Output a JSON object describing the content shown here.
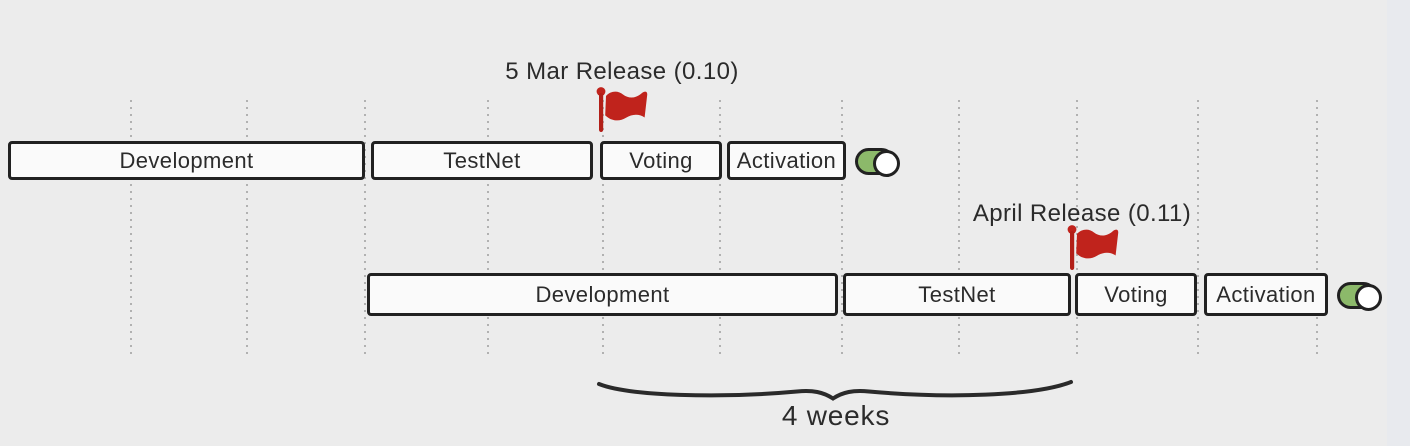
{
  "diagram": {
    "title_semantic": "release-cycle-timeline",
    "grid": {
      "unit": "week",
      "gridline_count": 11
    },
    "rows": [
      {
        "id": "release-0-10",
        "release_label": "5 Mar Release (0.10)",
        "flag_icon": "red-flag",
        "toggle_state": "on",
        "phases": [
          {
            "label": "Development",
            "weeks": 3
          },
          {
            "label": "TestNet",
            "weeks": 2
          },
          {
            "label": "Voting",
            "weeks": 1
          },
          {
            "label": "Activation",
            "weeks": 1
          }
        ]
      },
      {
        "id": "release-0-11",
        "release_label": "April Release (0.11)",
        "flag_icon": "red-flag",
        "toggle_state": "on",
        "phases": [
          {
            "label": "Development",
            "weeks": 4
          },
          {
            "label": "TestNet",
            "weeks": 2
          },
          {
            "label": "Voting",
            "weeks": 1
          },
          {
            "label": "Activation",
            "weeks": 1
          }
        ]
      }
    ],
    "annotation": {
      "label": "4 weeks",
      "spans_weeks": 4
    }
  },
  "palette": {
    "background": "#ececec",
    "bar_fill": "#fafafa",
    "bar_border": "#212121",
    "text": "#2b2b2b",
    "gridline": "#b1b1b1",
    "flag_red": "#c0231c",
    "toggle_green": "#8cb96a",
    "toggle_knob": "#ffffff"
  }
}
